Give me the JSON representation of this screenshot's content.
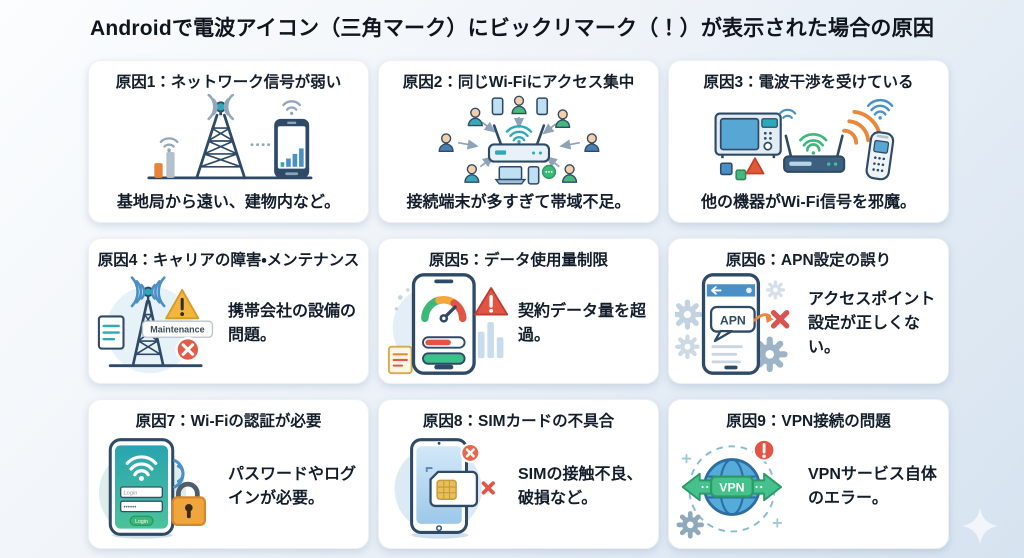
{
  "page": {
    "title": "Androidで電波アイコン（三角マーク）にビックリマーク（！）が表示された場合の原因"
  },
  "cards": [
    {
      "id": 1,
      "title": "原因1：ネットワーク信号が弱い",
      "description": "基地局から遠い、建物内など。",
      "illustration": "cell-tower-weak-signal"
    },
    {
      "id": 2,
      "title": "原因2：同じWi-Fiにアクセス集中",
      "description": "接続端末が多すぎて帯域不足。",
      "illustration": "crowded-wifi-router"
    },
    {
      "id": 3,
      "title": "原因3：電波干渉を受けている",
      "description": "他の機器がWi-Fi信号を邪魔。",
      "illustration": "interference-devices"
    },
    {
      "id": 4,
      "title": "原因4：キャリアの障害・メンテナンス",
      "description": "携帯会社の設備の問題。",
      "illustration": "tower-maintenance",
      "badge": "Maintenance"
    },
    {
      "id": 5,
      "title": "原因5：データ使用量制限",
      "description": "契約データ量を超過。",
      "illustration": "data-limit-gauge"
    },
    {
      "id": 6,
      "title": "原因6：APN設定の誤り",
      "description": "アクセスポイント設定が正しくない。",
      "illustration": "apn-settings-error",
      "badge": "APN"
    },
    {
      "id": 7,
      "title": "原因7：Wi-Fiの認証が必要",
      "description": "パスワードやログインが必要。",
      "illustration": "wifi-login-lock",
      "login_field": "Login",
      "password_mask": "••••••",
      "login_button": "Login"
    },
    {
      "id": 8,
      "title": "原因8：SIMカードの不具合",
      "description": "SIMの接触不良、破損など。",
      "illustration": "sim-card-error"
    },
    {
      "id": 9,
      "title": "原因9：VPN接続の問題",
      "description": "VPNサービス自体のエラー。",
      "illustration": "vpn-globe-error",
      "badge": "VPN"
    }
  ],
  "colors": {
    "background_top_left": "#fbfdfe",
    "background_bottom_right": "#d6e3f0",
    "card_background": "#ffffff",
    "text": "#141e2b",
    "navy": "#2e4a66",
    "teal": "#2fa8b8",
    "green": "#3cb878",
    "blue": "#4a90c8",
    "orange": "#e8833a",
    "red": "#e25544",
    "yellow": "#f2b63c"
  }
}
